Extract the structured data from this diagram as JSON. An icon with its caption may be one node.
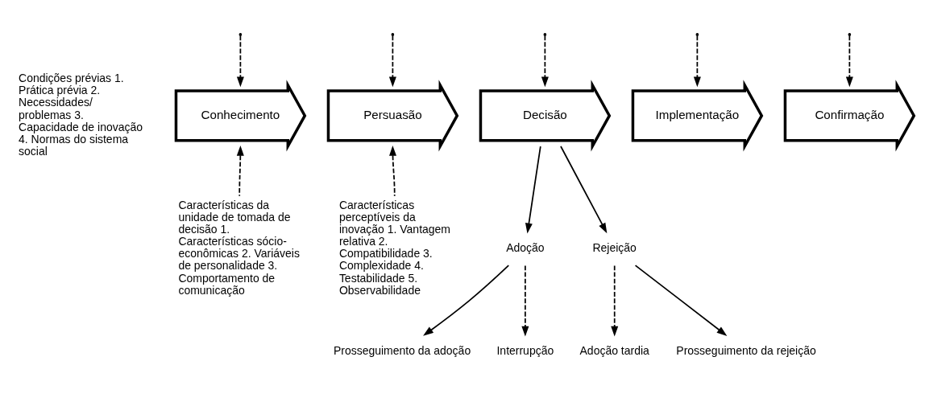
{
  "diagram": {
    "nodes": [
      {
        "text": [
          "Conhecimento"
        ],
        "beside": [
          "Condições prévias 1. Prática prévia 2. Necessidades/ problemas 3. Capacidade de inovação 4. Normas do sistema social"
        ]
      },
      {
        "text": [
          "Persuasão"
        ]
      },
      {
        "text": [
          "Decisão"
        ]
      },
      {
        "text": [
          "Implementação"
        ]
      },
      {
        "text": [
          "Confirmação"
        ]
      },
      {
        "text": [
          "Características da unidade de tomada de decisão 1. Características sócio-econômicas 2. Variáveis de personalidade 3. Comportamento de comunicação"
        ]
      },
      {
        "text": [
          "Características perceptíveis da inovação 1. Vantagem relativa 2. Compatibilidade 3. Complexidade 4. Testabilidade 5. Observabilidade"
        ]
      },
      {
        "text": [
          "Adoção"
        ]
      },
      {
        "text": [
          "Rejeição"
        ]
      },
      {
        "text": [
          "Prosseguimento da adoção"
        ]
      },
      {
        "text": [
          "Adoção tardia"
        ]
      },
      {
        "text": [
          "Interrupção"
        ]
      },
      {
        "text": [
          "Prosseguimento da rejeição"
        ]
      }
    ],
    "edges": [
      {
        "from": null,
        "to": 0,
        "arrow": "to",
        "style": "dashed"
      },
      {
        "from": null,
        "to": 1,
        "arrow": "to",
        "style": "dashed"
      },
      {
        "from": null,
        "to": 2,
        "arrow": "to",
        "style": "dashed"
      },
      {
        "from": null,
        "to": 3,
        "arrow": "to",
        "style": "dashed"
      },
      {
        "from": null,
        "to": 4,
        "arrow": "to",
        "style": "dashed"
      },
      {
        "from": 5,
        "to": 0,
        "arrow": "to",
        "style": "dashed"
      },
      {
        "from": 6,
        "to": 1,
        "arrow": "to",
        "style": "dashed"
      },
      {
        "from": 2,
        "to": 7,
        "arrow": "to"
      },
      {
        "from": 2,
        "to": 8,
        "arrow": "to"
      },
      {
        "from": 7,
        "to": 9,
        "arrow": "to"
      },
      {
        "from": 7,
        "to": 11,
        "arrow": "to",
        "style": "dashed"
      },
      {
        "from": 8,
        "to": 10,
        "arrow": "to",
        "style": "dashed"
      },
      {
        "from": 8,
        "to": 12,
        "arrow": "to"
      }
    ]
  }
}
